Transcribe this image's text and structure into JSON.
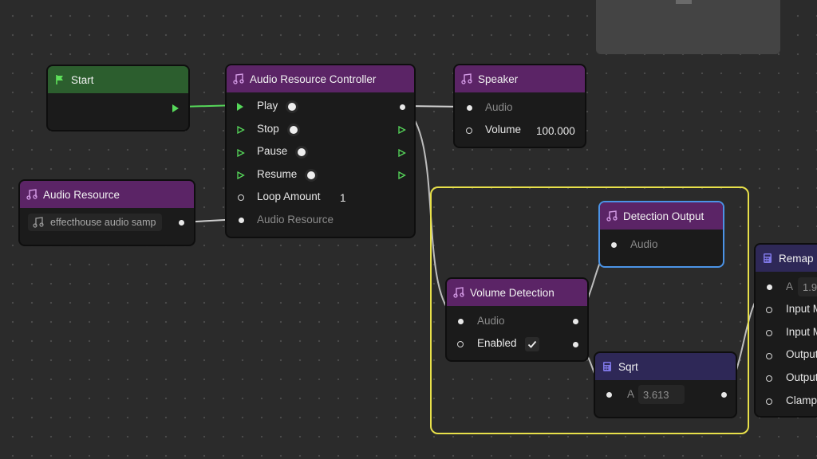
{
  "nodes": {
    "start": {
      "title": "Start",
      "icon": "flag-icon"
    },
    "audio_resource_controller": {
      "title": "Audio Resource Controller",
      "icon": "music-note-icon",
      "rows": [
        "Play",
        "Stop",
        "Pause",
        "Resume",
        "Loop Amount",
        "Audio Resource"
      ],
      "loop_amount_value": "1"
    },
    "speaker": {
      "title": "Speaker",
      "icon": "music-note-icon",
      "rows": [
        "Audio",
        "Volume"
      ],
      "volume_value": "100.000"
    },
    "audio_resource": {
      "title": "Audio Resource",
      "icon": "music-note-icon",
      "resource_field": "effecthouse audio samp"
    },
    "detection_output": {
      "title": "Detection Output",
      "icon": "music-note-icon",
      "rows": [
        "Audio"
      ]
    },
    "volume_detection": {
      "title": "Volume Detection",
      "icon": "music-note-icon",
      "rows": [
        "Audio",
        "Enabled"
      ],
      "enabled": true
    },
    "sqrt": {
      "title": "Sqrt",
      "icon": "calculator-icon",
      "input_label": "A",
      "input_value": "3.613"
    },
    "remap": {
      "title": "Remap",
      "icon": "calculator-icon",
      "input_label": "A",
      "input_value": "1.9",
      "rows": [
        "Input M",
        "Input M",
        "Output",
        "Output",
        "Clamp"
      ]
    }
  },
  "colors": {
    "canvas": "#2b2b2b",
    "header_audio": "#5b2466",
    "header_event": "#2c5e2e",
    "header_math": "#2e2857",
    "exec_wire": "#56d85a",
    "group_frame": "#e8e04a",
    "selected_border": "#4b93e6"
  }
}
